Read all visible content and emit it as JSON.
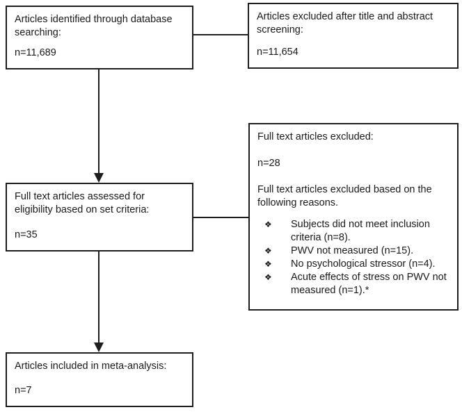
{
  "colors": {
    "background": "#ffffff",
    "box_background": "#ffffff",
    "border": "#1d1d1d",
    "text": "#1a1a1a"
  },
  "boxes": {
    "identified": {
      "label": "Articles identified through database searching:",
      "count": "n=11,689"
    },
    "title_abstract_excluded": {
      "label": "Articles excluded after title and abstract screening:",
      "count": "n=11,654"
    },
    "full_text_assessed": {
      "label": "Full text articles assessed for eligibility based on set criteria:",
      "count": "n=35"
    },
    "full_text_excluded": {
      "heading": "Full text articles excluded:",
      "count": "n=28",
      "reasons_intro": "Full text articles excluded based on the following reasons.",
      "bullet_glyph": "❖",
      "reasons": [
        "Subjects did not meet inclusion criteria (n=8).",
        "PWV not measured (n=15).",
        "No psychological stressor (n=4).",
        "Acute effects of stress on PWV not measured (n=1).*"
      ]
    },
    "included": {
      "label": "Articles included in meta-analysis:",
      "count": "n=7"
    }
  }
}
